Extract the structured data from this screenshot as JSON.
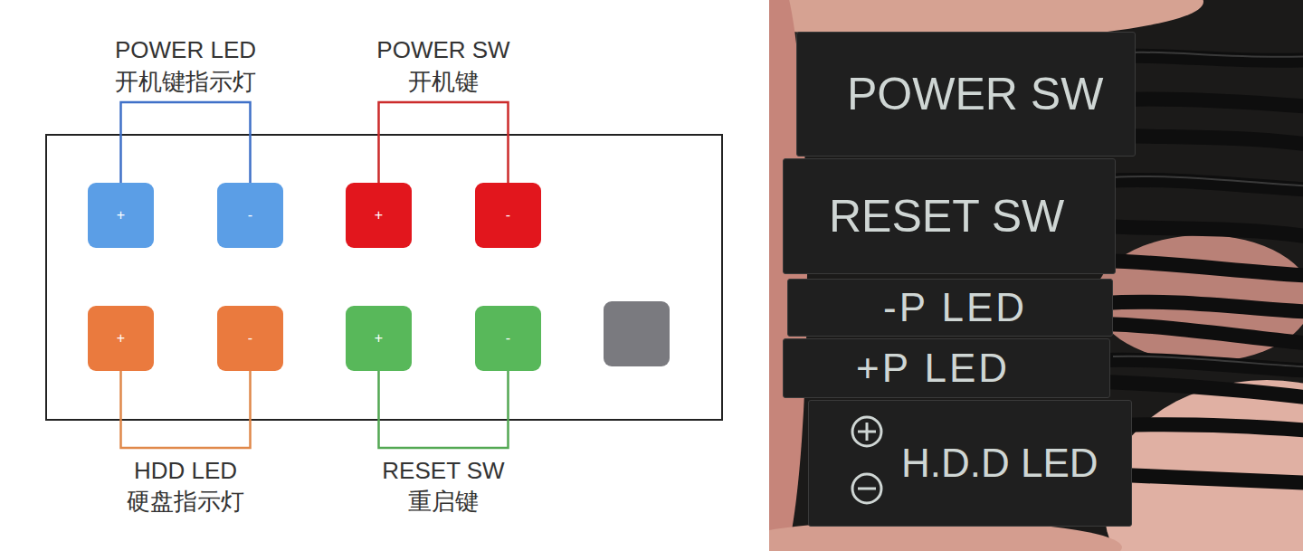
{
  "diagram": {
    "nodes": [
      {
        "text": [
          "+"
        ]
      },
      {
        "text": [
          "-"
        ]
      },
      {
        "text": [
          "+"
        ]
      },
      {
        "text": [
          "-"
        ]
      },
      {
        "text": [
          "+"
        ]
      },
      {
        "text": [
          "-"
        ]
      },
      {
        "text": [
          "+"
        ]
      },
      {
        "text": [
          "-"
        ]
      },
      {
        "text": [
          "POWER SW"
        ]
      },
      {
        "text": [
          "RESET SW"
        ]
      },
      {
        "text": [
          "-P LED"
        ]
      },
      {
        "text": [
          "+P LED"
        ]
      },
      {
        "text": [
          "H.D.D LED"
        ]
      }
    ],
    "edges": [
      {
        "from": 0,
        "to": 1,
        "arrow": "none",
        "label": "POWER LED 开机键指示灯"
      },
      {
        "from": 2,
        "to": 3,
        "arrow": "none",
        "label": "POWER SW 开机键"
      },
      {
        "from": 4,
        "to": 5,
        "arrow": "none",
        "label": "HDD LED 硬盘指示灯"
      },
      {
        "from": 6,
        "to": 7,
        "arrow": "none",
        "label": "RESET SW 重启键"
      }
    ]
  }
}
